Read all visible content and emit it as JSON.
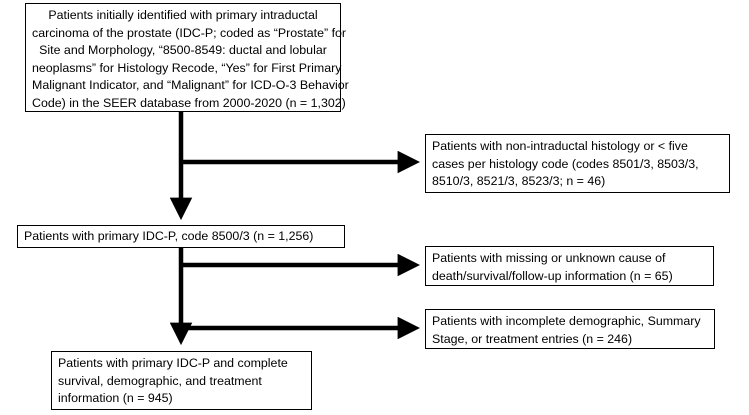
{
  "boxes": {
    "initial": {
      "lines": [
        "Patients initially identified with primary intraductal",
        "carcinoma of the prostate (IDC-P; coded as “Prostate” for",
        "Site and Morphology, “8500-8549: ductal and lobular",
        "neoplasms” for Histology Recode, “Yes” for First Primary",
        "Malignant Indicator, and “Malignant” for ICD-O-3 Behavior",
        "Code) in the SEER database from 2000-2020 (n = 1,302)"
      ]
    },
    "excluded_histology": {
      "lines": [
        "Patients with non-intraductal histology or < five",
        "cases per histology code (codes 8501/3, 8503/3,",
        "8510/3, 8521/3, 8523/3; n = 46)"
      ]
    },
    "primary_8500": {
      "lines": [
        "Patients with primary IDC-P, code 8500/3 (n = 1,256)"
      ]
    },
    "excluded_missing": {
      "lines": [
        "Patients with missing or unknown cause of",
        "death/survival/follow-up information (n = 65)"
      ]
    },
    "excluded_incomplete": {
      "lines": [
        "Patients with incomplete demographic, Summary",
        "Stage, or treatment entries (n = 246)"
      ]
    },
    "final": {
      "lines": [
        "Patients with primary IDC-P and complete",
        "survival, demographic, and treatment",
        "information (n = 945)"
      ]
    }
  }
}
